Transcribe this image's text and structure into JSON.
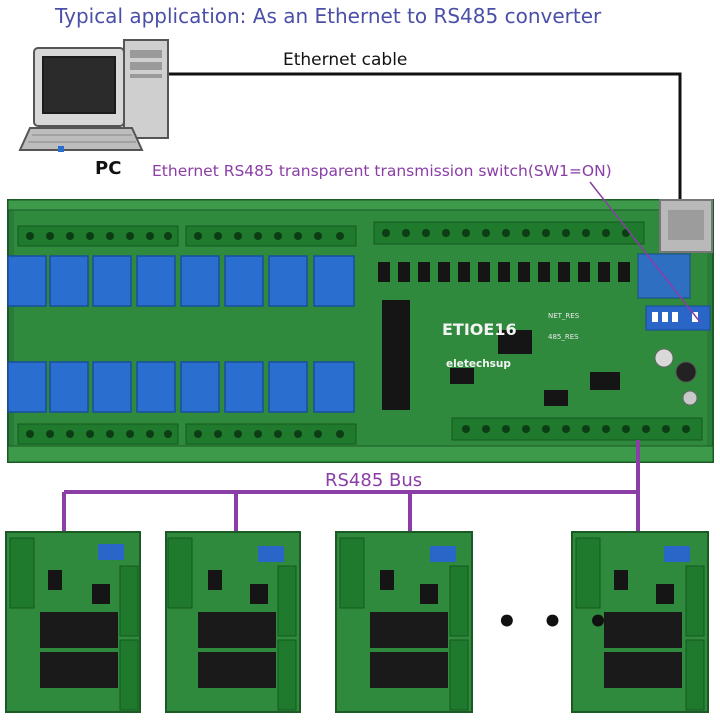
{
  "title": "Typical application: As an Ethernet to RS485 converter",
  "ethernet_label": "Ethernet cable",
  "pc_label": "PC",
  "switch_note": "Ethernet RS485 transparent transmission switch(SW1=ON)",
  "bus_label": "RS485 Bus",
  "board": {
    "model": "ETIOE16",
    "brand": "eletechsup",
    "net_res": "NET_RES",
    "res_485": "485_RES"
  },
  "ellipsis": "• • •",
  "colors": {
    "title": "#4a4fa8",
    "annotation": "#8a3ea6",
    "bus_line": "#8a3ea6",
    "pcb": "#2f8a3d",
    "relay": "#2a6fd0",
    "terminal": "#1f7a2e"
  },
  "icons": [
    "pc-computer-icon",
    "ethernet-port-icon",
    "relay-icon",
    "dip-switch-icon"
  ]
}
